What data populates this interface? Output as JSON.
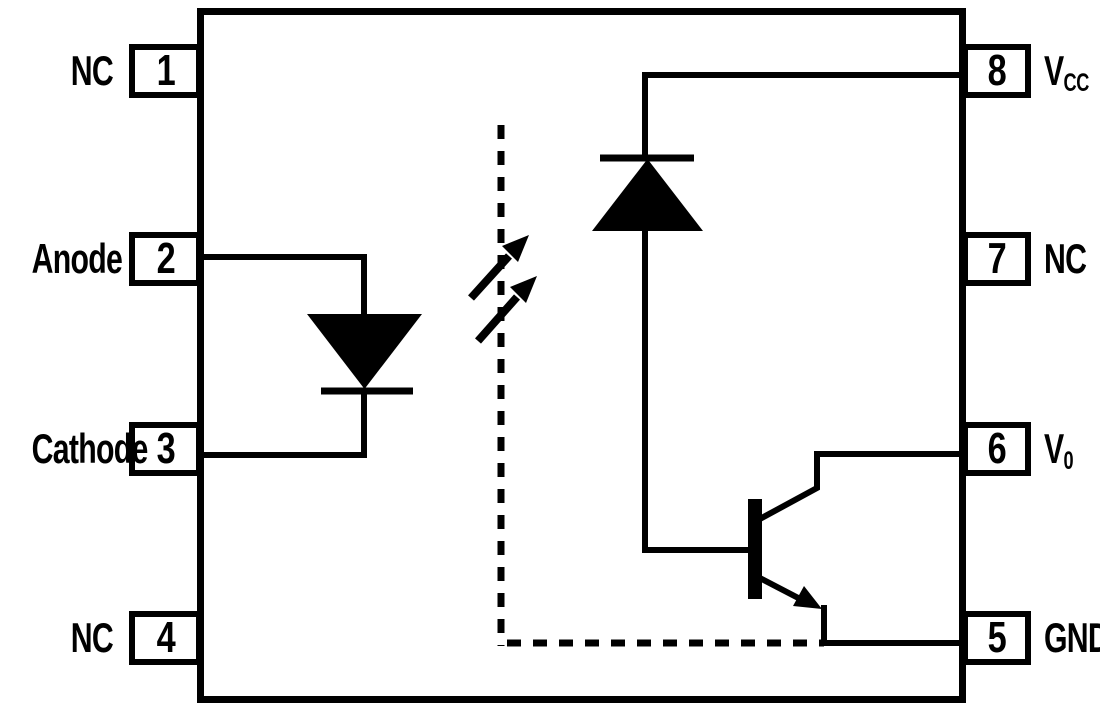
{
  "diagram": {
    "background": "#ffffff",
    "line_color": "#000000",
    "left_pins": [
      {
        "number": "1",
        "label": "NC"
      },
      {
        "number": "2",
        "label": "Anode"
      },
      {
        "number": "3",
        "label": "Cathode"
      },
      {
        "number": "4",
        "label": "NC"
      }
    ],
    "right_pins": [
      {
        "number": "8",
        "label": "V",
        "label_sub": "CC"
      },
      {
        "number": "7",
        "label": "NC",
        "label_sub": ""
      },
      {
        "number": "6",
        "label": "V",
        "label_sub": "0"
      },
      {
        "number": "5",
        "label": "GND",
        "label_sub": ""
      }
    ],
    "icons": {
      "input_diode": "led-diode-down-icon",
      "light": "light-emission-arrows-icon",
      "barrier": "isolation-barrier-dashed-icon",
      "output_diode": "photodiode-up-icon",
      "transistor": "npn-transistor-icon"
    }
  }
}
